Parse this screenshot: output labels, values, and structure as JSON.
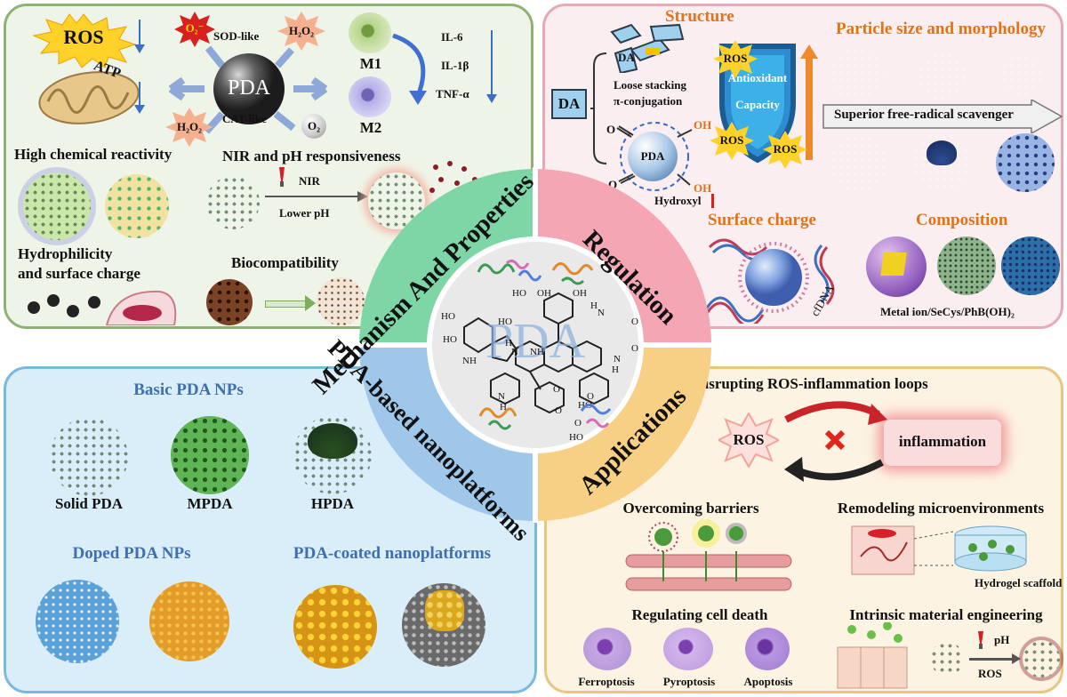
{
  "mechanism": {
    "ros": "ROS",
    "atp": "ATP",
    "o2_radical": "O₂⁻",
    "sod": "SOD-like",
    "h2o2_top": "H₂O₂",
    "pda": "PDA",
    "cat": "CAT-like",
    "h2o2_bottom": "H₂O₂",
    "o2": "O₂",
    "m1": "M1",
    "m2": "M2",
    "cytokines": [
      "IL-6",
      "IL-1β",
      "TNF-α"
    ],
    "high_reactivity": "High chemical reactivity",
    "nir_ph": "NIR and pH responsiveness",
    "nir": "NIR",
    "lower_ph": "Lower pH",
    "hydrophilicity": "Hydrophilicity",
    "surface_charge": "and surface charge",
    "biocompat": "Biocompatibility"
  },
  "regulation": {
    "structure": "Structure",
    "da_box": "DA",
    "da_small": "DA",
    "loose": "Loose stacking",
    "pi": "π-conjugation",
    "pda": "PDA",
    "oh1": "OH",
    "oh2": "OH",
    "o1": "O",
    "o2": "O",
    "hydroxyl": "Hydroxyl",
    "antioxidant": "Antioxidant",
    "capacity": "Capacity",
    "ros": "ROS",
    "particle": "Particle size and morphology",
    "scavenger": "Superior free-radical scavenger",
    "surface_charge": "Surface charge",
    "cfdna": "cfDNA",
    "composition": "Composition",
    "metal": "Metal ion/SeCys/PhB(OH)₂"
  },
  "center": {
    "q_mech": "Mechanism And Properties",
    "q_reg": "Regulation",
    "q_plat": "PDA-based nanoplatforms",
    "q_app": "Applications",
    "watermark": "PDA",
    "atoms": [
      "HO",
      "HO",
      "OH",
      "OH",
      "HO",
      "HO",
      "H",
      "N",
      "NH",
      "H",
      "N",
      "O",
      "O",
      "O",
      "O",
      "NH",
      "O",
      "O",
      "N",
      "H",
      "N",
      "H",
      "HO",
      "HO"
    ]
  },
  "platforms": {
    "basic": "Basic PDA NPs",
    "solid": "Solid PDA",
    "mpda": "MPDA",
    "hpda": "HPDA",
    "doped": "Doped PDA NPs",
    "coated": "PDA-coated nanoplatforms"
  },
  "applications": {
    "disrupt": "Disrupting ROS-inflammation loops",
    "ros": "ROS",
    "inflammation": "inflammation",
    "barriers": "Overcoming barriers",
    "remodel": "Remodeling microenvironments",
    "hydrogel": "Hydrogel scaffold",
    "cell_death": "Regulating cell death",
    "intrinsic": "Intrinsic material engineering",
    "ferroptosis": "Ferroptosis",
    "pyroptosis": "Pyroptosis",
    "apoptosis": "Apoptosis",
    "ph": "pH",
    "ros2": "ROS"
  },
  "colors": {
    "mech": "#7ed6a6",
    "reg": "#f4a6b5",
    "plat": "#9fc7ea",
    "app": "#f7cf85",
    "orange_title": "#e0731a",
    "blue_title": "#3f6fb0"
  }
}
